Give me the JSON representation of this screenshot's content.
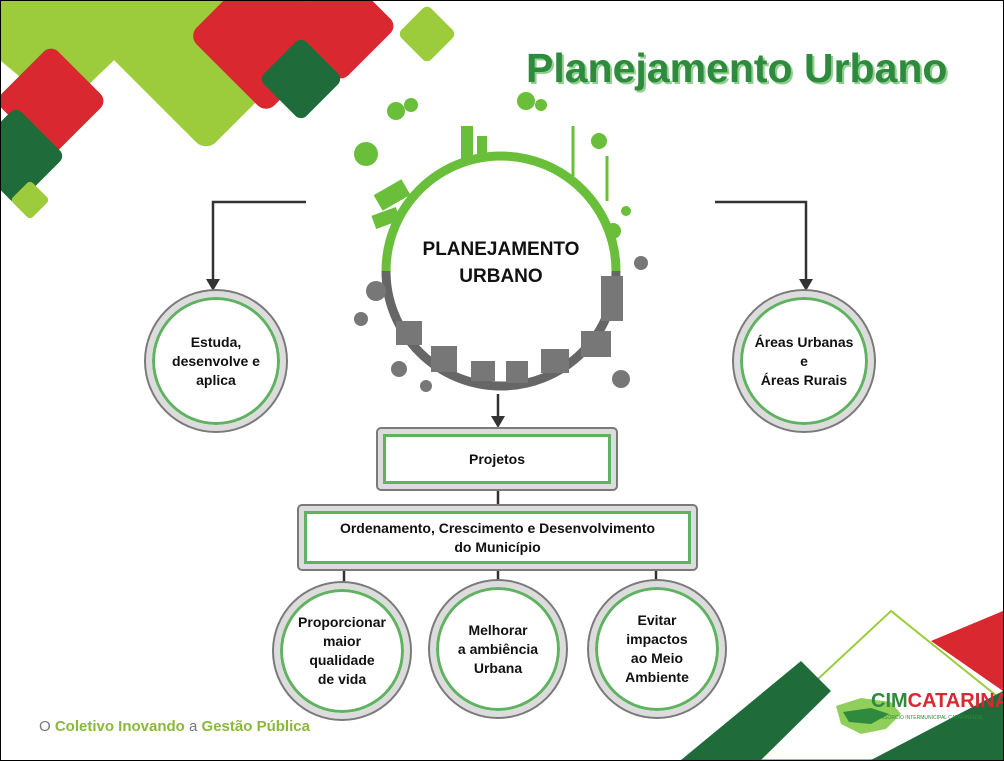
{
  "title": "Planejamento Urbano",
  "center": {
    "line1": "PLANEJAMENTO",
    "line2": "URBANO"
  },
  "left_circle": {
    "lines": [
      "Estuda,",
      "desenvolve e",
      "aplica"
    ]
  },
  "right_circle": {
    "lines": [
      "Áreas Urbanas",
      "e",
      "Áreas Rurais"
    ]
  },
  "projetos": "Projetos",
  "ordenamento": {
    "lines": [
      "Ordenamento, Crescimento e Desenvolvimento",
      "do Município"
    ]
  },
  "bottom_circles": [
    {
      "lines": [
        "Proporcionar",
        "maior",
        "qualidade",
        "de vida"
      ]
    },
    {
      "lines": [
        "Melhorar",
        "a ambiência",
        "Urbana"
      ]
    },
    {
      "lines": [
        "Evitar",
        "impactos",
        "ao Meio",
        "Ambiente"
      ]
    }
  ],
  "footer": {
    "part1": "O ",
    "part2": "Coletivo Inovando ",
    "part3": "a ",
    "part4": "Gestão Pública"
  },
  "logo": {
    "cim": "CIM",
    "catarina": "CATARINA",
    "subtitle": "CONSÓRCIO INTERMUNICIPAL CATARINENSE"
  },
  "colors": {
    "green_dark": "#1f6b3a",
    "green_light": "#9ccc3c",
    "red": "#d9282f",
    "title_green": "#2e8a3c",
    "footer_gray": "#777777",
    "footer_green": "#8ab83a"
  }
}
